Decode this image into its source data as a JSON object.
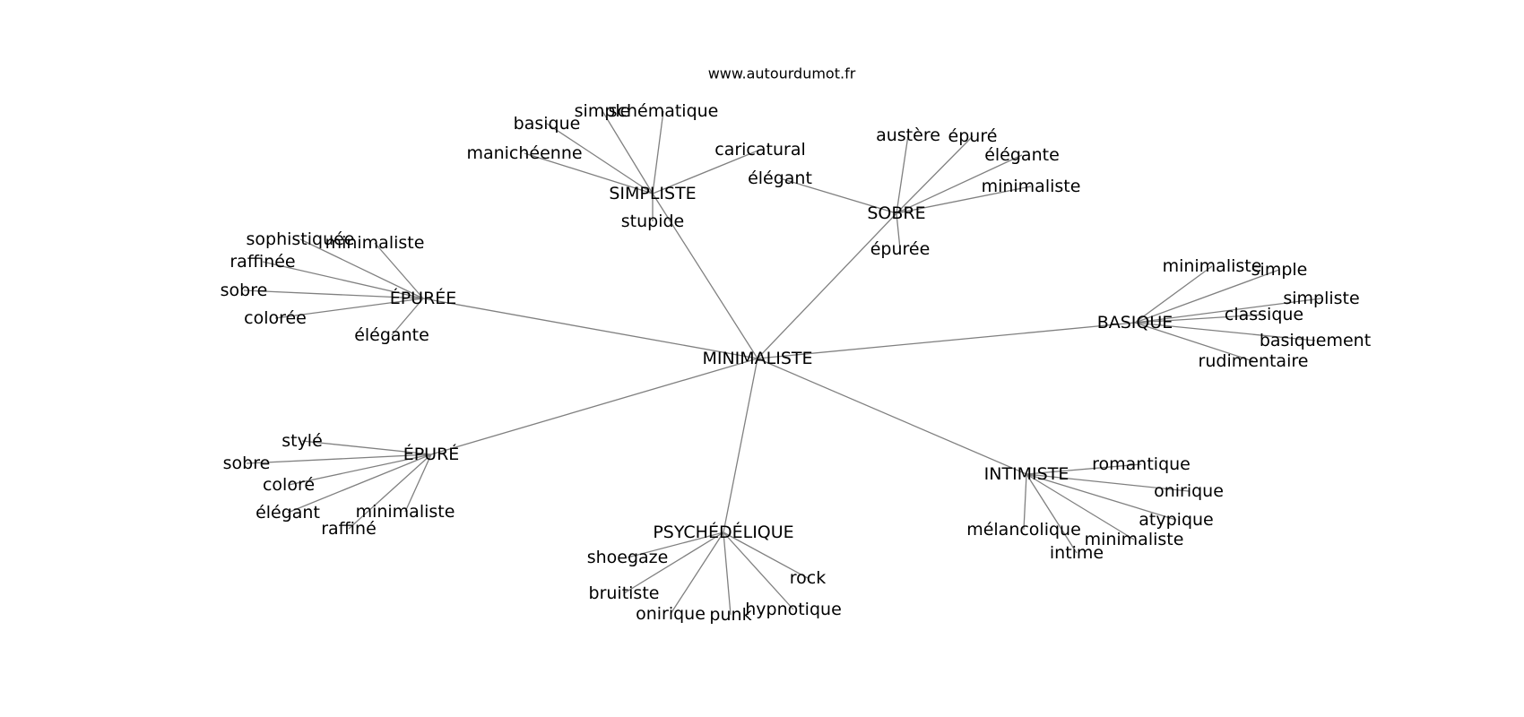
{
  "credit": "www.autourdumot.fr",
  "center": {
    "word": "MINIMALISTE"
  },
  "clusters": [
    {
      "hub": "SIMPLISTE",
      "words": [
        "simple",
        "schématique",
        "basique",
        "manichéenne",
        "caricatural",
        "stupide"
      ]
    },
    {
      "hub": "SOBRE",
      "words": [
        "austère",
        "épuré",
        "élégante",
        "minimaliste",
        "élégant",
        "épurée"
      ]
    },
    {
      "hub": "ÉPURÉE",
      "words": [
        "sophistiquée",
        "minimaliste",
        "raffinée",
        "sobre",
        "colorée",
        "élégante"
      ]
    },
    {
      "hub": "BASIQUE",
      "words": [
        "minimaliste",
        "simple",
        "simpliste",
        "classique",
        "basiquement",
        "rudimentaire"
      ]
    },
    {
      "hub": "ÉPURÉ",
      "words": [
        "stylé",
        "sobre",
        "coloré",
        "élégant",
        "minimaliste",
        "raffiné"
      ]
    },
    {
      "hub": "PSYCHÉDÉLIQUE",
      "words": [
        "shoegaze",
        "bruitiste",
        "onirique",
        "punk",
        "hypnotique",
        "rock"
      ]
    },
    {
      "hub": "INTIMISTE",
      "words": [
        "romantique",
        "onirique",
        "atypique",
        "minimaliste",
        "intime",
        "mélancolique"
      ]
    }
  ]
}
